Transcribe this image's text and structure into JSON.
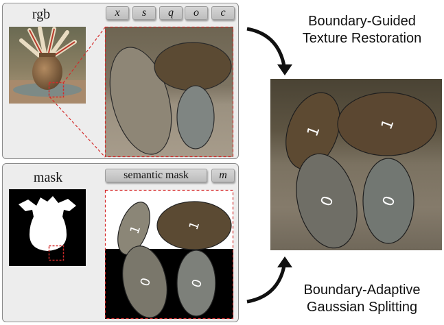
{
  "top_panel": {
    "label": "rgb",
    "tags": [
      "x",
      "s",
      "q",
      "o",
      "c"
    ]
  },
  "bottom_panel": {
    "label": "mask",
    "tags": [
      "semantic mask",
      "m"
    ],
    "ellipse_labels": [
      "1",
      "1",
      "0",
      "0"
    ]
  },
  "result": {
    "ellipse_labels": [
      "1",
      "1",
      "0",
      "0"
    ]
  },
  "captions": {
    "top_line1": "Boundary-Guided",
    "top_line2": "Texture Restoration",
    "bottom_line1": "Boundary-Adaptive",
    "bottom_line2": "Gaussian Splitting"
  },
  "colors": {
    "dashed_red": "#d42a2a",
    "panel_border": "#8a8a8a"
  }
}
